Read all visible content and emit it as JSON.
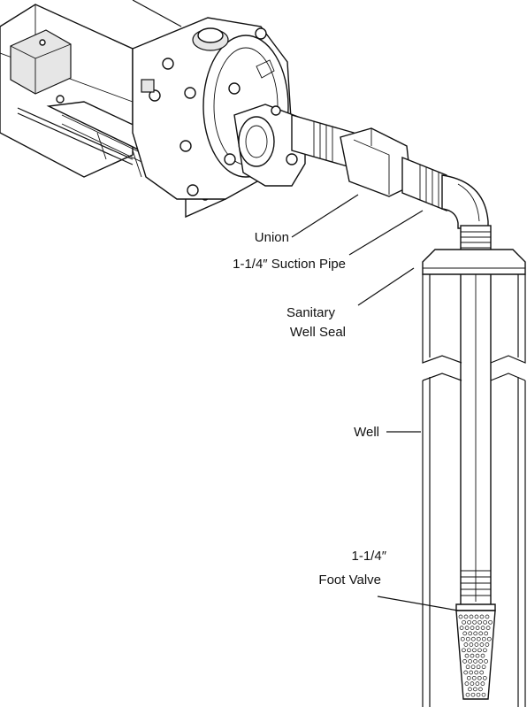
{
  "labels": {
    "union": "Union",
    "suction_pipe": "1-1/4″ Suction Pipe",
    "well_seal_line1": "Sanitary",
    "well_seal_line2": "Well Seal",
    "well": "Well",
    "foot_valve_line1": "1-1/4″",
    "foot_valve_line2": "Foot Valve"
  }
}
